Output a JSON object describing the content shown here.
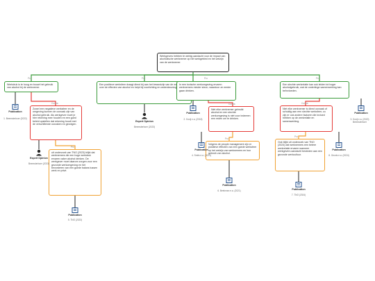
{
  "root": {
    "text": "Werkgevers hebben te weinig aandacht voor de impact van alcoholische werknemer op het werkgebied en het welzijn van de werknemer."
  },
  "claims": [
    {
      "tag": "Pro",
      "text": "Werkdruk is te hoog en bouwt het gebruik van alcohol bij de werknemer."
    },
    {
      "tag": "Pro",
      "text": "Een positieve werksfeer draagt direct bij aan het bewustzijn van de werknemer over de effecten van alcohol en helpt bij voorlichting en ondersteuning."
    },
    {
      "tag": "Pro",
      "text": "In een toxische werkomgeving ervaren werknemers minder steun, waardoor ze eerder gaan drinken."
    },
    {
      "tag": "Pro",
      "text": "Een slechte werkrelatie kan ook leiden tot hoger alcoholgebruik, wat de onderlinge samenwerking kan beïnvloeden."
    }
  ],
  "rebuttals": [
    {
      "tag": "Contra",
      "text": "Zowel een negatieve werksfeer en de omgeving kunnen de oorzaak zijn van alcohol gebruik. Als werkgever moet je hier rekening mee houden en een goed beleid opstellen dat rekening houdt met de verschillende oorzaken en gevolgen."
    },
    {
      "tag": "Contra",
      "text": "Niet elke werknemer gebruikt alcohol en een slechte werkomgeving is niet voor iedereen een reden om te drinken."
    },
    {
      "tag": "Contra",
      "text": "Niet elke werknemer is direct oorzaak of schuldig aan een slechte werksfeer, zo zijn er ook andere factoren die invloed hebben op de werkrelatie en samenwerking."
    }
  ],
  "supports": [
    {
      "tag": "Pro",
      "text": "uit onderzoek van TNO (2023) blijkt dat werknemers die een hoge werkdruk ervaren vaker alcohol drinken. De werkgever moet daarom zorgen voor een gezonde werkomgeving en het bevorderen van een goede balans tussen werk en privé."
    },
    {
      "tag": "Pro",
      "text": "Volgens de people management zijn er positieve effecten van een goede werksfeer op het welzijn van werknemers en hun gebruik van alcohol."
    },
    {
      "tag": "Pro",
      "text": "Ook blijkt uit onderzoek van TNO (2024) dat werknemers een betere werkrelatie ervaren wanneer werkgevers aandacht besteden aan een gezonde werkcultuur."
    }
  ],
  "publications": [
    {
      "label": "Publication",
      "cite": "1. Beemsterboer (2022)"
    },
    {
      "label": "Publication",
      "cite": "2. Kooij e.a. (2018)"
    },
    {
      "label": "Publication",
      "cite": "3. Kooij e.a. (2020) Beemsterboer"
    },
    {
      "label": "Publication",
      "cite": "4. Smits e.a. (2023)"
    },
    {
      "label": "Publication",
      "cite": "5. TNO (2023)"
    },
    {
      "label": "Publication",
      "cite": "6. Beekman e.a. (2021)"
    },
    {
      "label": "Publication",
      "cite": "7. TNO (2024)"
    },
    {
      "label": "Publication",
      "cite": "8. Geurts e.a. (2024)"
    }
  ],
  "experts": [
    {
      "label": "Expert Opinion",
      "cite": "Beemsterboer (2023)"
    },
    {
      "label": "Expert Opinion",
      "cite": "Beemsterboer (2023)"
    }
  ],
  "colors": {
    "root": "#222222",
    "pro": "#3a9a3a",
    "contra": "#e53935",
    "support": "#f0a030",
    "icon": "#1f4e8c"
  }
}
